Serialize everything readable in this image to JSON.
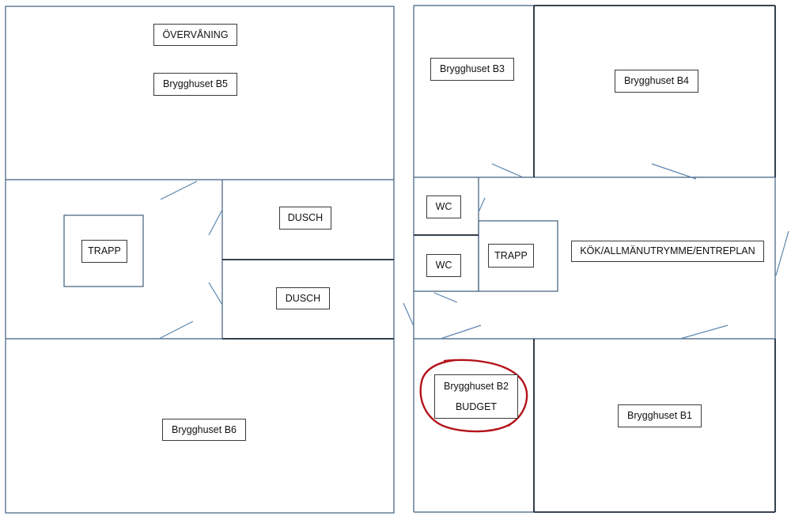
{
  "labels": {
    "overvaning": "ÖVERVÅNING",
    "b5": "Brygghuset B5",
    "trapp_upper": "TRAPP",
    "dusch1": "DUSCH",
    "dusch2": "DUSCH",
    "b6": "Brygghuset B6",
    "b3": "Brygghuset B3",
    "b4": "Brygghuset B4",
    "wc1": "WC",
    "wc2": "WC",
    "trapp_lower": "TRAPP",
    "kok": "KÖK/ALLMÄNUTRYMME/ENTREPLAN",
    "b2": "Brygghuset B2",
    "budget": "BUDGET",
    "b1": "Brygghuset B1"
  },
  "colors": {
    "wall": "#3f5d7d",
    "door": "#5b86b0",
    "highlight": "#b4141c"
  }
}
